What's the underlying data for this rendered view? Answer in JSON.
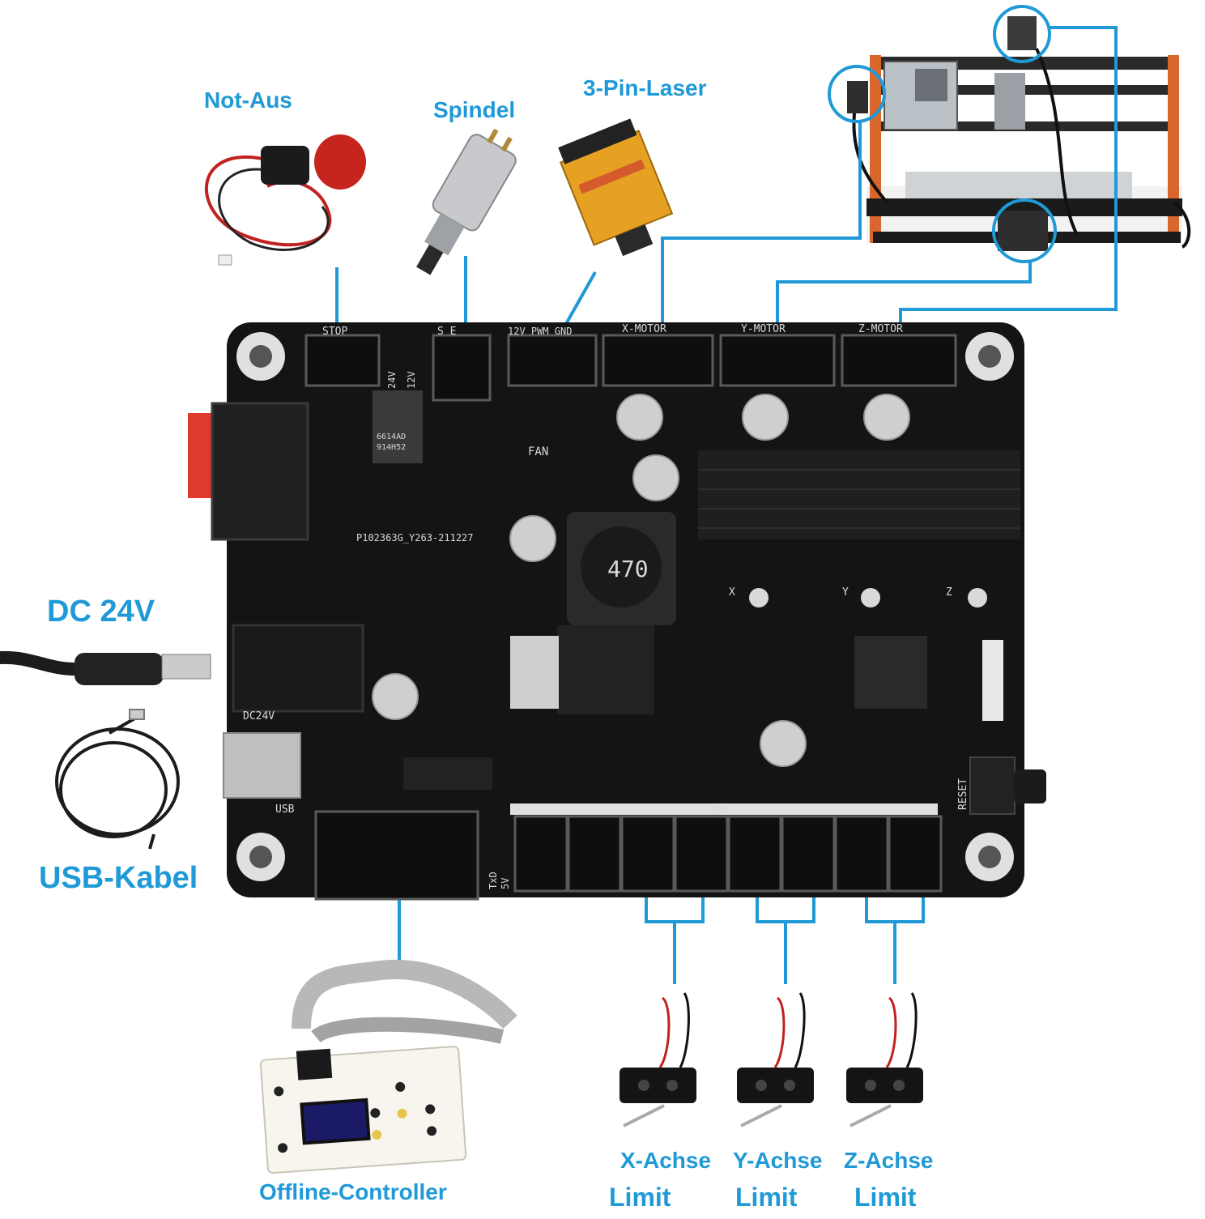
{
  "colors": {
    "accent": "#1f9ad6",
    "board": "#141414",
    "silkscreen": "#d9d9d9",
    "frame_orange": "#d9662b"
  },
  "peripherals": {
    "emergency_stop": "Not-Aus",
    "spindle": "Spindel",
    "laser": "3-Pin-Laser",
    "power": "DC 24V",
    "usb_cable": "USB-Kabel",
    "offline_controller": "Offline-Controller",
    "x_limit_axis": "X-Achse",
    "x_limit": "Limit",
    "y_limit_axis": "Y-Achse",
    "y_limit": "Limit",
    "z_limit_axis": "Z-Achse",
    "z_limit": "Limit"
  },
  "board": {
    "stop": "STOP",
    "spindle_pins": "S E",
    "laser_pins": "12V PWM GND",
    "x_motor": "X-MOTOR",
    "y_motor": "Y-MOTOR",
    "z_motor": "Z-MOTOR",
    "v24": "24V",
    "v12": "12V",
    "fan": "FAN",
    "part_id": "P102363G_Y263-211227",
    "chip_code": "6614AD",
    "chip_code2": "914H52",
    "inductor": "470",
    "dc": "DC24V",
    "usb": "USB",
    "gnd": "GND",
    "reset": "RESET",
    "txd": "TxD",
    "v5": "5V",
    "x": "X",
    "y": "Y",
    "z": "Z"
  }
}
